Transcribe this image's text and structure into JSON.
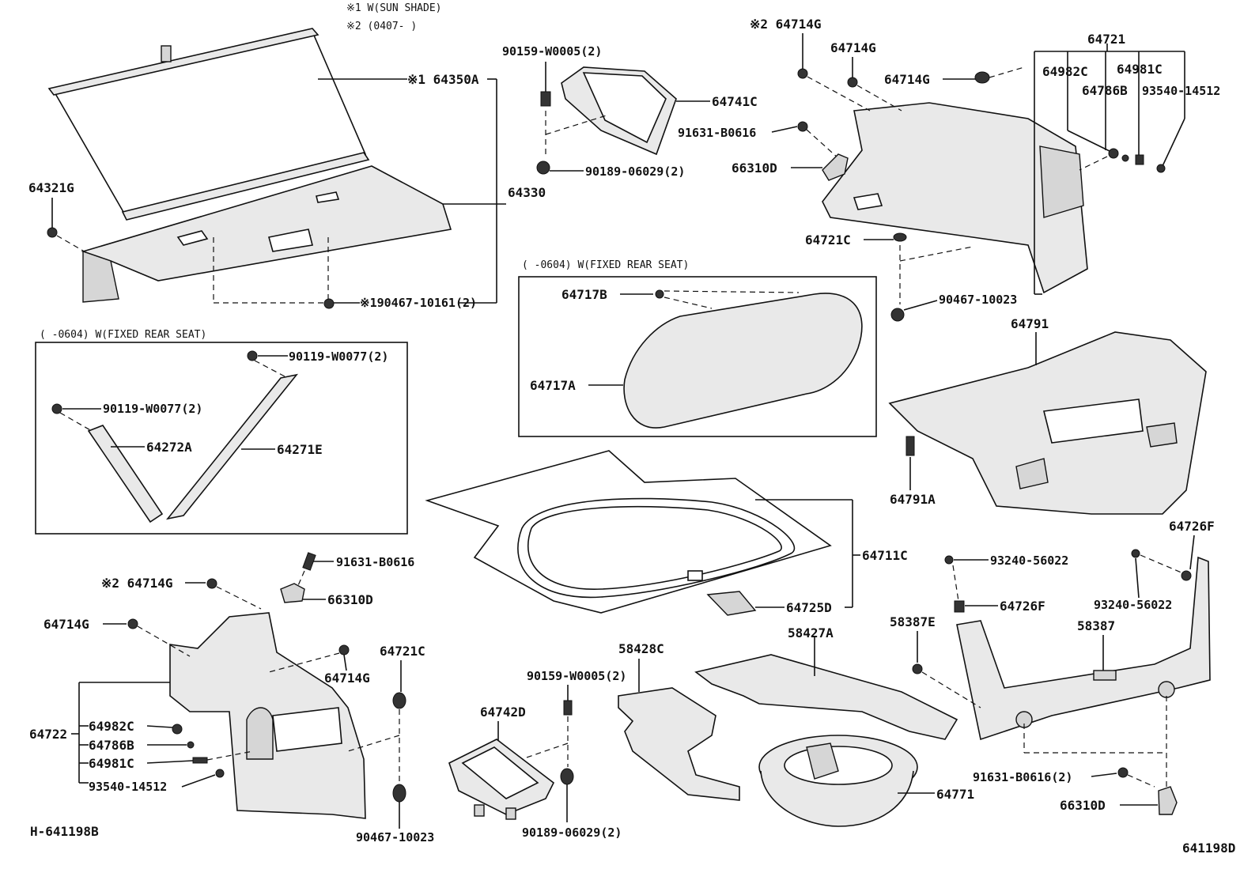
{
  "notes": {
    "sunshade": "※1 W(SUN  SHADE)",
    "date_range": "※2 (0407-      )",
    "fixed_rear_seat_right": "(     -0604)  W(FIXED REAR SEAT)",
    "fixed_rear_seat_left": "(     -0604)  W(FIXED REAR SEAT)"
  },
  "codes": {
    "drawing_id_left": "H-641198B",
    "drawing_id_right": "641198D"
  },
  "labels": [
    {
      "id": "l1",
      "text": "※1 64350A"
    },
    {
      "id": "l2",
      "text": "64330"
    },
    {
      "id": "l3",
      "text": "64321G"
    },
    {
      "id": "l4",
      "text": "※190467-10161(2)"
    },
    {
      "id": "l5",
      "text": "90159-W0005(2)"
    },
    {
      "id": "l6",
      "text": "64741C"
    },
    {
      "id": "l7",
      "text": "90189-06029(2)"
    },
    {
      "id": "l8",
      "text": "※2 64714G"
    },
    {
      "id": "l9",
      "text": "64714G"
    },
    {
      "id": "l10",
      "text": "64714G"
    },
    {
      "id": "l11",
      "text": "91631-B0616"
    },
    {
      "id": "l12",
      "text": "66310D"
    },
    {
      "id": "l13",
      "text": "64721C"
    },
    {
      "id": "l14",
      "text": "90467-10023"
    },
    {
      "id": "l15",
      "text": "64721"
    },
    {
      "id": "l16",
      "text": "64982C"
    },
    {
      "id": "l17",
      "text": "64981C"
    },
    {
      "id": "l18",
      "text": "64786B"
    },
    {
      "id": "l19",
      "text": "93540-14512"
    },
    {
      "id": "l20",
      "text": "64717B"
    },
    {
      "id": "l21",
      "text": "64717A"
    },
    {
      "id": "l22",
      "text": "64791"
    },
    {
      "id": "l23",
      "text": "64791A"
    },
    {
      "id": "l24",
      "text": "90119-W0077(2)"
    },
    {
      "id": "l25",
      "text": "90119-W0077(2)"
    },
    {
      "id": "l26",
      "text": "64272A"
    },
    {
      "id": "l27",
      "text": "64271E"
    },
    {
      "id": "l28",
      "text": "64711C"
    },
    {
      "id": "l29",
      "text": "64725D"
    },
    {
      "id": "l30",
      "text": "64726F"
    },
    {
      "id": "l31",
      "text": "93240-56022"
    },
    {
      "id": "l32",
      "text": "64726F"
    },
    {
      "id": "l33",
      "text": "93240-56022"
    },
    {
      "id": "l34",
      "text": "58387E"
    },
    {
      "id": "l35",
      "text": "58387"
    },
    {
      "id": "l36",
      "text": "91631-B0616"
    },
    {
      "id": "l37",
      "text": "66310D"
    },
    {
      "id": "l38",
      "text": "※2 64714G"
    },
    {
      "id": "l39",
      "text": "64714G"
    },
    {
      "id": "l40",
      "text": "64714G"
    },
    {
      "id": "l41",
      "text": "64721C"
    },
    {
      "id": "l42",
      "text": "64722"
    },
    {
      "id": "l43",
      "text": "64982C"
    },
    {
      "id": "l44",
      "text": "64786B"
    },
    {
      "id": "l45",
      "text": "64981C"
    },
    {
      "id": "l46",
      "text": "93540-14512"
    },
    {
      "id": "l47",
      "text": "90467-10023"
    },
    {
      "id": "l48",
      "text": "58428C"
    },
    {
      "id": "l49",
      "text": "58427A"
    },
    {
      "id": "l50",
      "text": "90159-W0005(2)"
    },
    {
      "id": "l51",
      "text": "64742D"
    },
    {
      "id": "l52",
      "text": "90189-06029(2)"
    },
    {
      "id": "l53",
      "text": "64771"
    },
    {
      "id": "l54",
      "text": "91631-B0616(2)"
    },
    {
      "id": "l55",
      "text": "66310D"
    }
  ]
}
